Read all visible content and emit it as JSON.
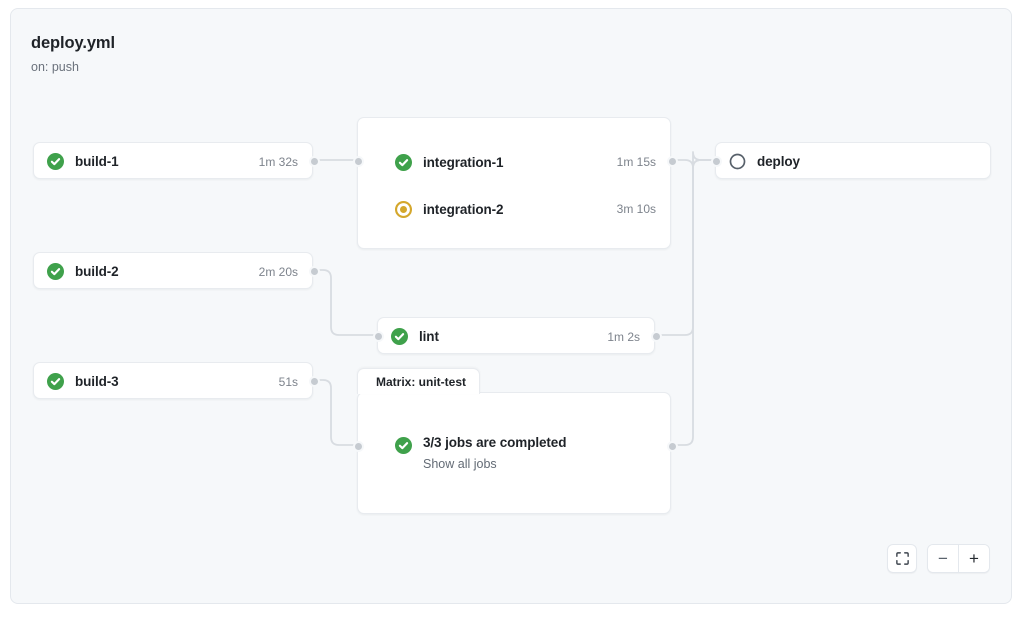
{
  "workflow": {
    "file_title": "deploy.yml",
    "trigger": "on: push"
  },
  "nodes": [
    {
      "id": "build-1",
      "label": "build-1",
      "duration": "1m 32s",
      "status": "success",
      "status_icon": "check-circle-icon"
    },
    {
      "id": "build-2",
      "label": "build-2",
      "duration": "2m 20s",
      "status": "success",
      "status_icon": "check-circle-icon"
    },
    {
      "id": "build-3",
      "label": "build-3",
      "duration": "51s",
      "status": "success",
      "status_icon": "check-circle-icon"
    },
    {
      "id": "integration-1",
      "label": "integration-1",
      "duration": "1m 15s",
      "status": "success",
      "status_icon": "check-circle-icon"
    },
    {
      "id": "integration-2",
      "label": "integration-2",
      "duration": "3m 10s",
      "status": "in_progress",
      "status_icon": "dot-circle-icon"
    },
    {
      "id": "lint",
      "label": "lint",
      "duration": "1m 2s",
      "status": "success",
      "status_icon": "check-circle-icon"
    },
    {
      "id": "deploy",
      "label": "deploy",
      "duration": "",
      "status": "pending",
      "status_icon": "empty-circle-icon"
    }
  ],
  "matrix": {
    "tab_label": "Matrix: unit-test",
    "summary": "3/3 jobs are completed",
    "link_label": "Show all jobs",
    "status": "success",
    "status_icon": "check-circle-icon"
  },
  "controls": {
    "fit_view_label": "fit-view",
    "fit_view_icon": "fit-screen-icon",
    "zoom_out_label": "−",
    "zoom_out_icon": "minus-icon",
    "zoom_in_label": "+",
    "zoom_in_icon": "plus-icon"
  },
  "colors": {
    "canvas_bg": "#f6f8fa",
    "node_bg": "#ffffff",
    "node_border": "#e8ebef",
    "success": "#3fa14b",
    "in_progress": "#d4a72c",
    "pending_outline": "#57606a",
    "edge": "#d8dce1",
    "port": "#c6cbd1",
    "text_primary": "#1f2328",
    "text_muted": "#6b727c"
  }
}
